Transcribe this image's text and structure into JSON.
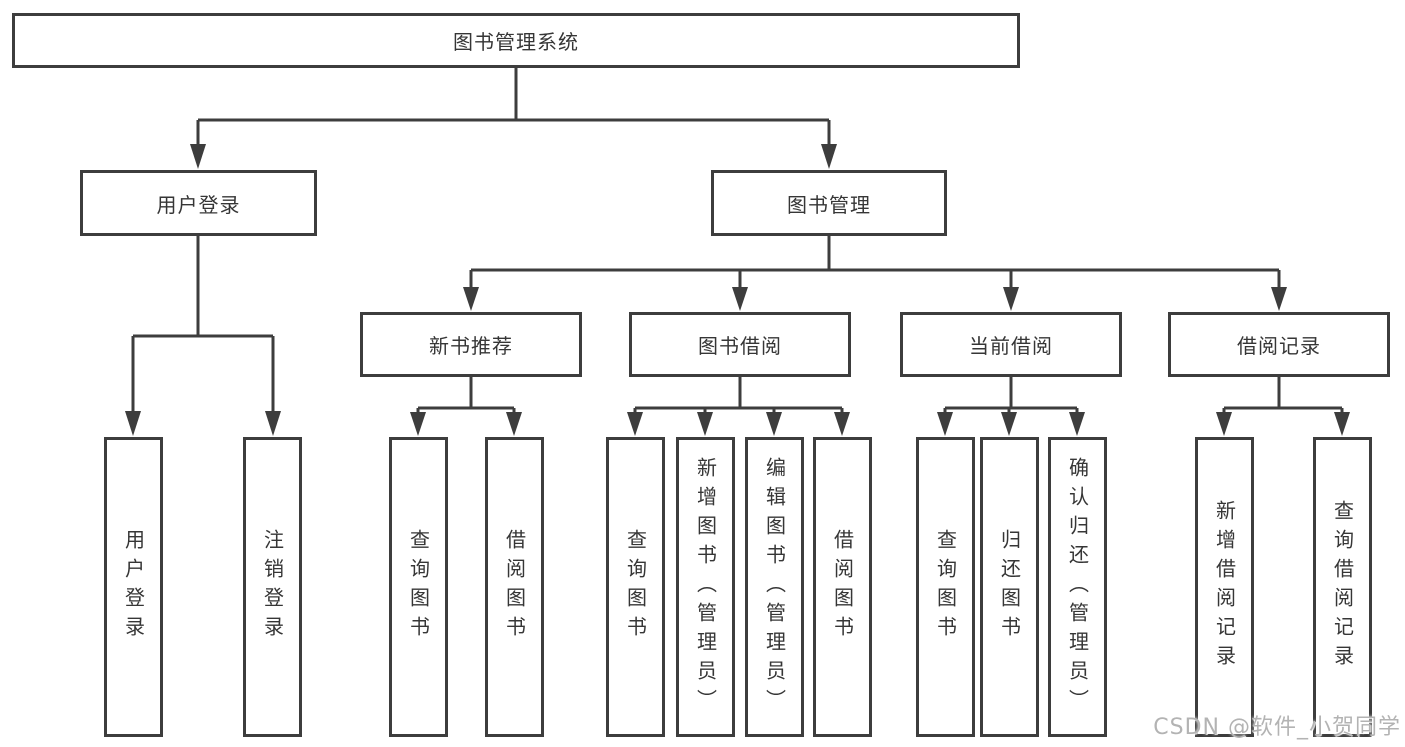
{
  "tree": {
    "label": "图书管理系统",
    "children": [
      {
        "label": "用户登录",
        "children": [
          {
            "label": "用户登录"
          },
          {
            "label": "注销登录"
          }
        ]
      },
      {
        "label": "图书管理",
        "children": [
          {
            "label": "新书推荐",
            "children": [
              {
                "label": "查询图书"
              },
              {
                "label": "借阅图书"
              }
            ]
          },
          {
            "label": "图书借阅",
            "children": [
              {
                "label": "查询图书"
              },
              {
                "label": "新增图书（管理员）"
              },
              {
                "label": "编辑图书（管理员）"
              },
              {
                "label": "借阅图书"
              }
            ]
          },
          {
            "label": "当前借阅",
            "children": [
              {
                "label": "查询图书"
              },
              {
                "label": "归还图书"
              },
              {
                "label": "确认归还（管理员）"
              }
            ]
          },
          {
            "label": "借阅记录",
            "children": [
              {
                "label": "新增借阅记录"
              },
              {
                "label": "查询借阅记录"
              }
            ]
          }
        ]
      }
    ]
  },
  "watermark": {
    "text": "CSDN @软件_小贺同学"
  },
  "colors": {
    "line": "#3d3d3d",
    "text": "#363636",
    "background": "#ffffff",
    "watermark": "#b3b3b3"
  }
}
